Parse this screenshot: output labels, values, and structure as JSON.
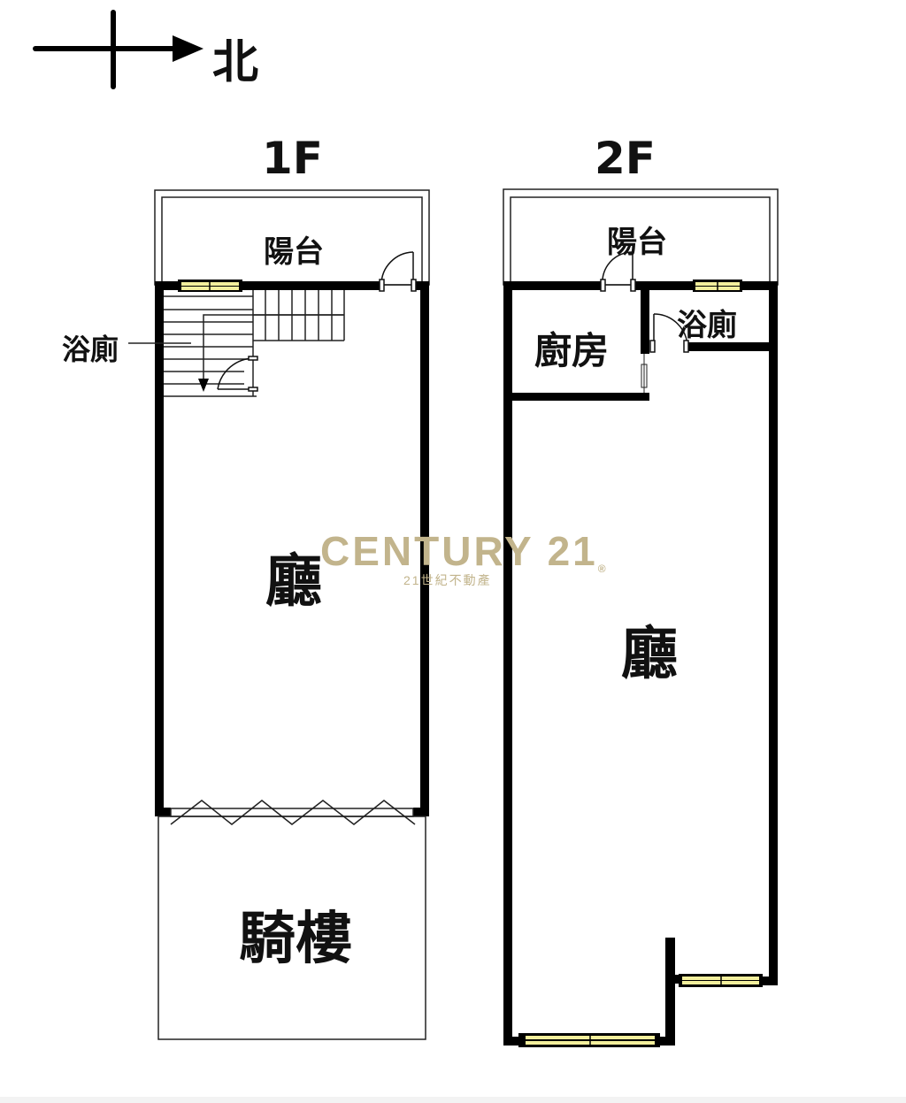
{
  "compass": {
    "direction_label": "北",
    "icon": "north-arrow-icon"
  },
  "floors": [
    {
      "id": "1F",
      "title": "1F",
      "rooms": [
        {
          "name": "balcony",
          "label": "陽台"
        },
        {
          "name": "bathroom",
          "label": "浴廁"
        },
        {
          "name": "living-room",
          "label": "廳"
        },
        {
          "name": "arcade",
          "label": "騎樓"
        }
      ]
    },
    {
      "id": "2F",
      "title": "2F",
      "rooms": [
        {
          "name": "balcony",
          "label": "陽台"
        },
        {
          "name": "kitchen",
          "label": "廚房"
        },
        {
          "name": "bathroom",
          "label": "浴廁"
        },
        {
          "name": "living-room",
          "label": "廳"
        }
      ]
    }
  ],
  "watermark": {
    "brand": "CENTURY 21",
    "registered_mark": "®",
    "subtitle": "21世紀不動產",
    "color": "#c2b48c"
  },
  "colors": {
    "wall": "#000000",
    "window_fill": "#f3ef9c",
    "thin_line": "#222222"
  }
}
